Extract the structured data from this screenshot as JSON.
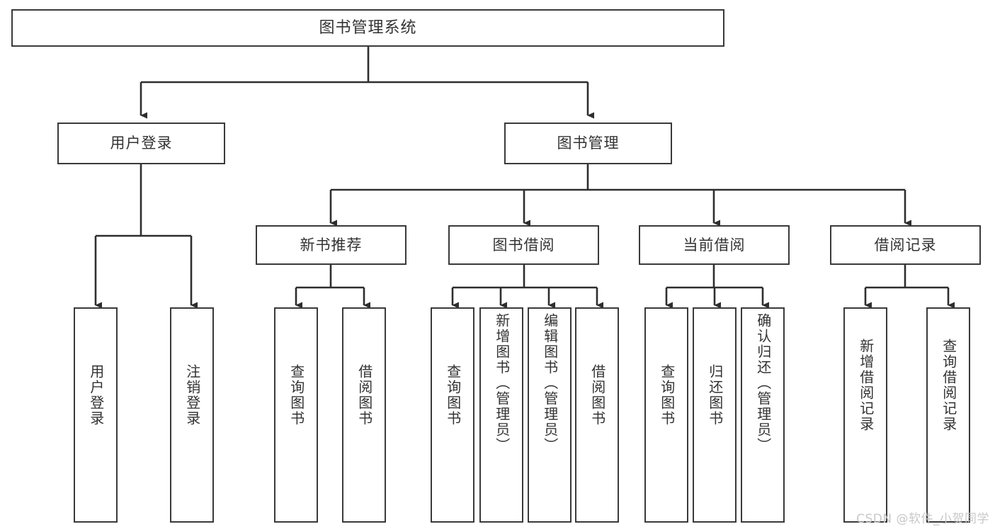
{
  "diagram": {
    "type": "tree-structure-chart",
    "title": "图书管理系统",
    "root": {
      "id": "root",
      "label": "图书管理系统"
    },
    "level2": [
      {
        "id": "user-login",
        "label": "用户登录"
      },
      {
        "id": "book-manage",
        "label": "图书管理"
      }
    ],
    "level3": [
      {
        "id": "new-book-recommend",
        "label": "新书推荐",
        "parent": "book-manage"
      },
      {
        "id": "book-borrow",
        "label": "图书借阅",
        "parent": "book-manage"
      },
      {
        "id": "current-borrow",
        "label": "当前借阅",
        "parent": "book-manage"
      },
      {
        "id": "borrow-record",
        "label": "借阅记录",
        "parent": "book-manage"
      }
    ],
    "leaves": [
      {
        "id": "leaf-user-login",
        "label": "用户登录",
        "parent": "user-login"
      },
      {
        "id": "leaf-logout-login",
        "label": "注销登录",
        "parent": "user-login"
      },
      {
        "id": "leaf-query-book-1",
        "label": "查询图书",
        "parent": "new-book-recommend"
      },
      {
        "id": "leaf-borrow-book-1",
        "label": "借阅图书",
        "parent": "new-book-recommend"
      },
      {
        "id": "leaf-query-book-2",
        "label": "查询图书",
        "parent": "book-borrow"
      },
      {
        "id": "leaf-add-book",
        "label": "新增图书（管理员）",
        "parent": "book-borrow"
      },
      {
        "id": "leaf-edit-book",
        "label": "编辑图书（管理员）",
        "parent": "book-borrow"
      },
      {
        "id": "leaf-borrow-book-2",
        "label": "借阅图书",
        "parent": "book-borrow"
      },
      {
        "id": "leaf-query-book-3",
        "label": "查询图书",
        "parent": "current-borrow"
      },
      {
        "id": "leaf-return-book",
        "label": "归还图书",
        "parent": "current-borrow"
      },
      {
        "id": "leaf-confirm-return",
        "label": "确认归还（管理员）",
        "parent": "current-borrow"
      },
      {
        "id": "leaf-add-record",
        "label": "新增借阅记录",
        "parent": "borrow-record"
      },
      {
        "id": "leaf-query-record",
        "label": "查询借阅记录",
        "parent": "borrow-record"
      }
    ],
    "colors": {
      "background": "#ffffff",
      "node_fill": "#ffffff",
      "node_border": "#3a3a3a",
      "connector": "#2e2e2e",
      "text": "#333333",
      "watermark": "#c8c8c8"
    }
  },
  "watermark": {
    "text": "CSDN @软件_小贺同学"
  }
}
